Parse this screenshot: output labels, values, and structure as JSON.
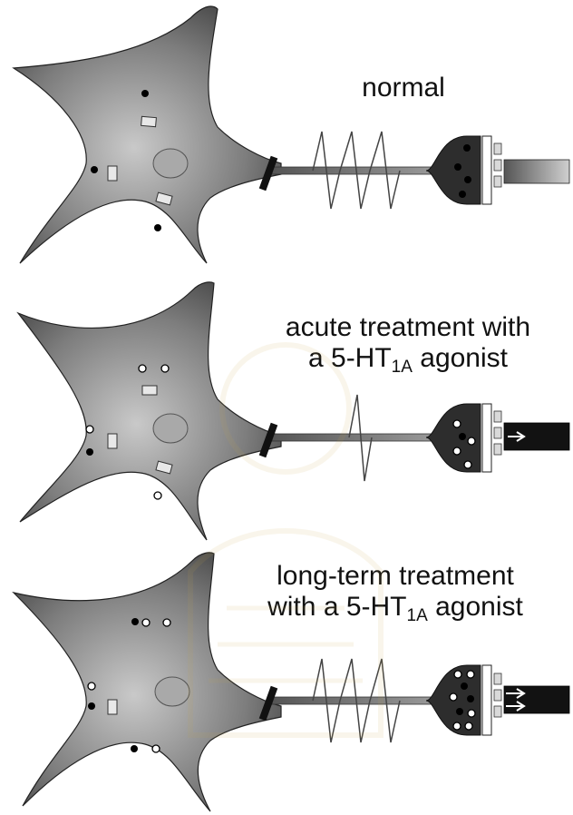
{
  "panels": [
    {
      "id": "normal",
      "line1": "normal",
      "line2_pre": "",
      "line2_sub": "",
      "line2_post": ""
    },
    {
      "id": "acute",
      "line1": "acute treatment with",
      "line2_pre": "a 5-HT",
      "line2_sub": "1A",
      "line2_post": " agonist"
    },
    {
      "id": "long",
      "line1": "long-term treatment",
      "line2_pre": "with a 5-HT",
      "line2_sub": "1A",
      "line2_post": " agonist"
    }
  ],
  "legend_symbols": {
    "serotonin": "filled-dot",
    "agonist": "open-circle"
  },
  "colors": {
    "neuron_dark": "#3a3a3a",
    "neuron_light": "#bdbdbd",
    "axon_dark": "#141414",
    "ink": "#111111"
  }
}
